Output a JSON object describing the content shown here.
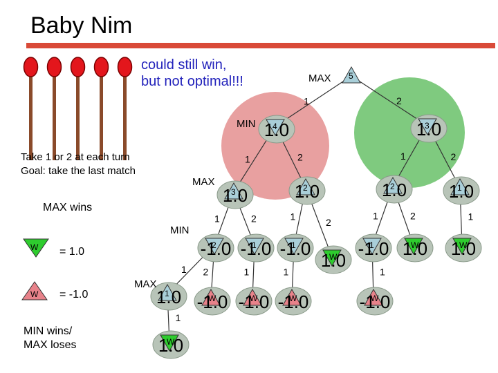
{
  "title": "Baby Nim",
  "note": {
    "line1": "could still win,",
    "line2": "but not optimal!!!"
  },
  "rules": {
    "line1": "Take 1 or 2 at each turn",
    "line2": "Goal: take the last match"
  },
  "legend": {
    "max_wins": "MAX wins",
    "max_value": "= 1.0",
    "min_value": "= -1.0",
    "min_wins_line1": "MIN wins/",
    "min_wins_line2": "MAX loses",
    "win_glyph": "W"
  },
  "level_labels": {
    "max_top": "MAX",
    "min": "MIN",
    "max_mid": "MAX",
    "min_low": "MIN",
    "max_low": "MAX"
  },
  "matches": {
    "count": 5
  },
  "colors": {
    "max_win": "#2ecc2e",
    "min_win": "#e8828a",
    "node_fill": "#a9cfd9",
    "circle_red": "#e8a0a0",
    "circle_green": "#7fca7f",
    "value_bubble": "#b8c4b8",
    "note_text": "#2222bb",
    "title_rule": "#d94a38",
    "match_head": "#e3161c"
  },
  "tree": {
    "nodes": [
      {
        "id": "root",
        "kind": "max",
        "label": "5"
      },
      {
        "id": "n4",
        "kind": "min",
        "label": "4",
        "value": "1.0"
      },
      {
        "id": "n3r",
        "kind": "min",
        "label": "3",
        "value": "1.0"
      },
      {
        "id": "n3",
        "kind": "max",
        "label": "3",
        "value": "1.0"
      },
      {
        "id": "n2a",
        "kind": "max",
        "label": "2",
        "value": "1.0"
      },
      {
        "id": "n2b",
        "kind": "max",
        "label": "2",
        "value": "1.0"
      },
      {
        "id": "n1a",
        "kind": "max",
        "label": "1",
        "value": "1.0"
      },
      {
        "id": "m2",
        "kind": "min",
        "label": "2",
        "value": "-1.0"
      },
      {
        "id": "m1a",
        "kind": "min",
        "label": "1",
        "value": "-1.0"
      },
      {
        "id": "m1b",
        "kind": "min",
        "label": "1",
        "value": "-1.0"
      },
      {
        "id": "w1",
        "kind": "max_win",
        "label": "W",
        "value": "1.0"
      },
      {
        "id": "m1c",
        "kind": "min",
        "label": "1",
        "value": "-1.0"
      },
      {
        "id": "w2",
        "kind": "max_win",
        "label": "W",
        "value": "1.0"
      },
      {
        "id": "w3",
        "kind": "max_win",
        "label": "W",
        "value": "1.0"
      },
      {
        "id": "x1",
        "kind": "max",
        "label": "1",
        "value": "1.0"
      },
      {
        "id": "l1",
        "kind": "min_win",
        "label": "W",
        "value": "-1.0"
      },
      {
        "id": "l2",
        "kind": "min_win",
        "label": "W",
        "value": "-1.0"
      },
      {
        "id": "l3",
        "kind": "min_win",
        "label": "W",
        "value": "-1.0"
      },
      {
        "id": "l4",
        "kind": "min_win",
        "label": "W",
        "value": "-1.0"
      },
      {
        "id": "w4",
        "kind": "max_win",
        "label": "W",
        "value": "1.0"
      }
    ],
    "edges": [
      {
        "from": "root",
        "to": "n4",
        "label": "1"
      },
      {
        "from": "root",
        "to": "n3r",
        "label": "2"
      },
      {
        "from": "n4",
        "to": "n3",
        "label": "1"
      },
      {
        "from": "n4",
        "to": "n2a",
        "label": "2"
      },
      {
        "from": "n3r",
        "to": "n2b",
        "label": "1"
      },
      {
        "from": "n3r",
        "to": "n1a",
        "label": "2"
      },
      {
        "from": "n3",
        "to": "m2",
        "label": "1"
      },
      {
        "from": "n3",
        "to": "m1a",
        "label": "2"
      },
      {
        "from": "n2a",
        "to": "m1b",
        "label": "1"
      },
      {
        "from": "n2a",
        "to": "w1",
        "label": "2"
      },
      {
        "from": "n2b",
        "to": "m1c",
        "label": "1"
      },
      {
        "from": "n2b",
        "to": "w2",
        "label": "2"
      },
      {
        "from": "n1a",
        "to": "w3",
        "label": "1"
      },
      {
        "from": "m2",
        "to": "x1",
        "label": "1"
      },
      {
        "from": "m2",
        "to": "l1",
        "label": "2"
      },
      {
        "from": "m1a",
        "to": "l2",
        "label": "1"
      },
      {
        "from": "m1b",
        "to": "l3",
        "label": "1"
      },
      {
        "from": "m1c",
        "to": "l4",
        "label": "1"
      },
      {
        "from": "x1",
        "to": "w4",
        "label": "1"
      }
    ]
  }
}
